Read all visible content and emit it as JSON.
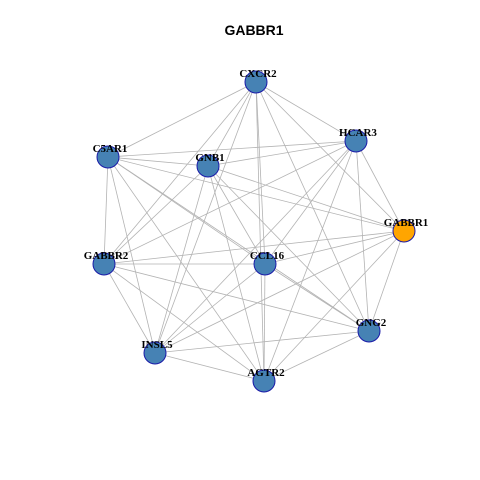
{
  "title": "GABBR1",
  "colors": {
    "node_default": "#4682b4",
    "node_highlight": "#ffa500",
    "node_border": "#1a1aa8",
    "edge": "#b3b3b3"
  },
  "network": {
    "nodes": [
      {
        "id": "CXCR2",
        "label": "CXCR2",
        "highlight": false
      },
      {
        "id": "HCAR3",
        "label": "HCAR3",
        "highlight": false
      },
      {
        "id": "C5AR1",
        "label": "C5AR1",
        "highlight": false
      },
      {
        "id": "GNB1",
        "label": "GNB1",
        "highlight": false
      },
      {
        "id": "GABBR1",
        "label": "GABBR1",
        "highlight": true
      },
      {
        "id": "GABBR2",
        "label": "GABBR2",
        "highlight": false
      },
      {
        "id": "CCL16",
        "label": "CCL16",
        "highlight": false
      },
      {
        "id": "GNG2",
        "label": "GNG2",
        "highlight": false
      },
      {
        "id": "INSL5",
        "label": "INSL5",
        "highlight": false
      },
      {
        "id": "AGTR2",
        "label": "AGTR2",
        "highlight": false
      }
    ],
    "edges": [
      [
        "CXCR2",
        "HCAR3"
      ],
      [
        "CXCR2",
        "C5AR1"
      ],
      [
        "CXCR2",
        "GNB1"
      ],
      [
        "CXCR2",
        "GABBR1"
      ],
      [
        "CXCR2",
        "GABBR2"
      ],
      [
        "CXCR2",
        "CCL16"
      ],
      [
        "CXCR2",
        "GNG2"
      ],
      [
        "CXCR2",
        "INSL5"
      ],
      [
        "CXCR2",
        "AGTR2"
      ],
      [
        "HCAR3",
        "C5AR1"
      ],
      [
        "HCAR3",
        "GNB1"
      ],
      [
        "HCAR3",
        "GABBR1"
      ],
      [
        "HCAR3",
        "GABBR2"
      ],
      [
        "HCAR3",
        "CCL16"
      ],
      [
        "HCAR3",
        "GNG2"
      ],
      [
        "HCAR3",
        "INSL5"
      ],
      [
        "HCAR3",
        "AGTR2"
      ],
      [
        "C5AR1",
        "GNB1"
      ],
      [
        "C5AR1",
        "GABBR1"
      ],
      [
        "C5AR1",
        "GABBR2"
      ],
      [
        "C5AR1",
        "CCL16"
      ],
      [
        "C5AR1",
        "GNG2"
      ],
      [
        "C5AR1",
        "INSL5"
      ],
      [
        "C5AR1",
        "AGTR2"
      ],
      [
        "GNB1",
        "GABBR1"
      ],
      [
        "GNB1",
        "GABBR2"
      ],
      [
        "GNB1",
        "CCL16"
      ],
      [
        "GNB1",
        "GNG2"
      ],
      [
        "GNB1",
        "INSL5"
      ],
      [
        "GNB1",
        "AGTR2"
      ],
      [
        "GABBR1",
        "GABBR2"
      ],
      [
        "GABBR1",
        "CCL16"
      ],
      [
        "GABBR1",
        "GNG2"
      ],
      [
        "GABBR1",
        "INSL5"
      ],
      [
        "GABBR1",
        "AGTR2"
      ],
      [
        "GABBR2",
        "CCL16"
      ],
      [
        "GABBR2",
        "GNG2"
      ],
      [
        "GABBR2",
        "INSL5"
      ],
      [
        "GABBR2",
        "AGTR2"
      ],
      [
        "CCL16",
        "GNG2"
      ],
      [
        "CCL16",
        "INSL5"
      ],
      [
        "CCL16",
        "AGTR2"
      ],
      [
        "GNG2",
        "INSL5"
      ],
      [
        "GNG2",
        "AGTR2"
      ],
      [
        "INSL5",
        "AGTR2"
      ]
    ]
  }
}
